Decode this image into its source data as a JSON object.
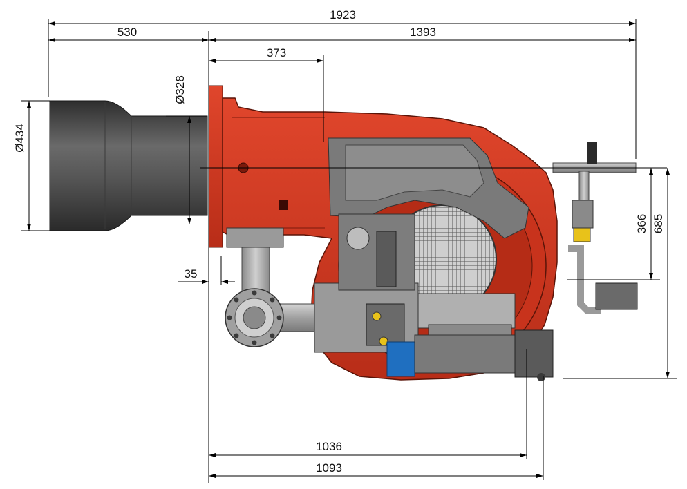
{
  "colors": {
    "body_red": "#d63a22",
    "body_red_dark": "#8e2010",
    "blast_tube_gray": "#4a4a4a",
    "metal_gray": "#a8a8a8",
    "motor_blue": "#1f6fc0",
    "valve_yellow": "#e8c21a",
    "line": "#000000"
  },
  "dimensions": {
    "overall_length": "1923",
    "head_length": "530",
    "body_length": "1393",
    "flange_to_axis": "373",
    "head_diameter": "Ø434",
    "head_flange_diameter": "Ø328",
    "flange_offset": "35",
    "axis_height": "366",
    "total_height": "685",
    "length_1036": "1036",
    "length_1093": "1093"
  },
  "icons": [
    "burner-drawing",
    "combustion-head",
    "gas-valve-train",
    "fan-motor",
    "air-damper-grid"
  ]
}
